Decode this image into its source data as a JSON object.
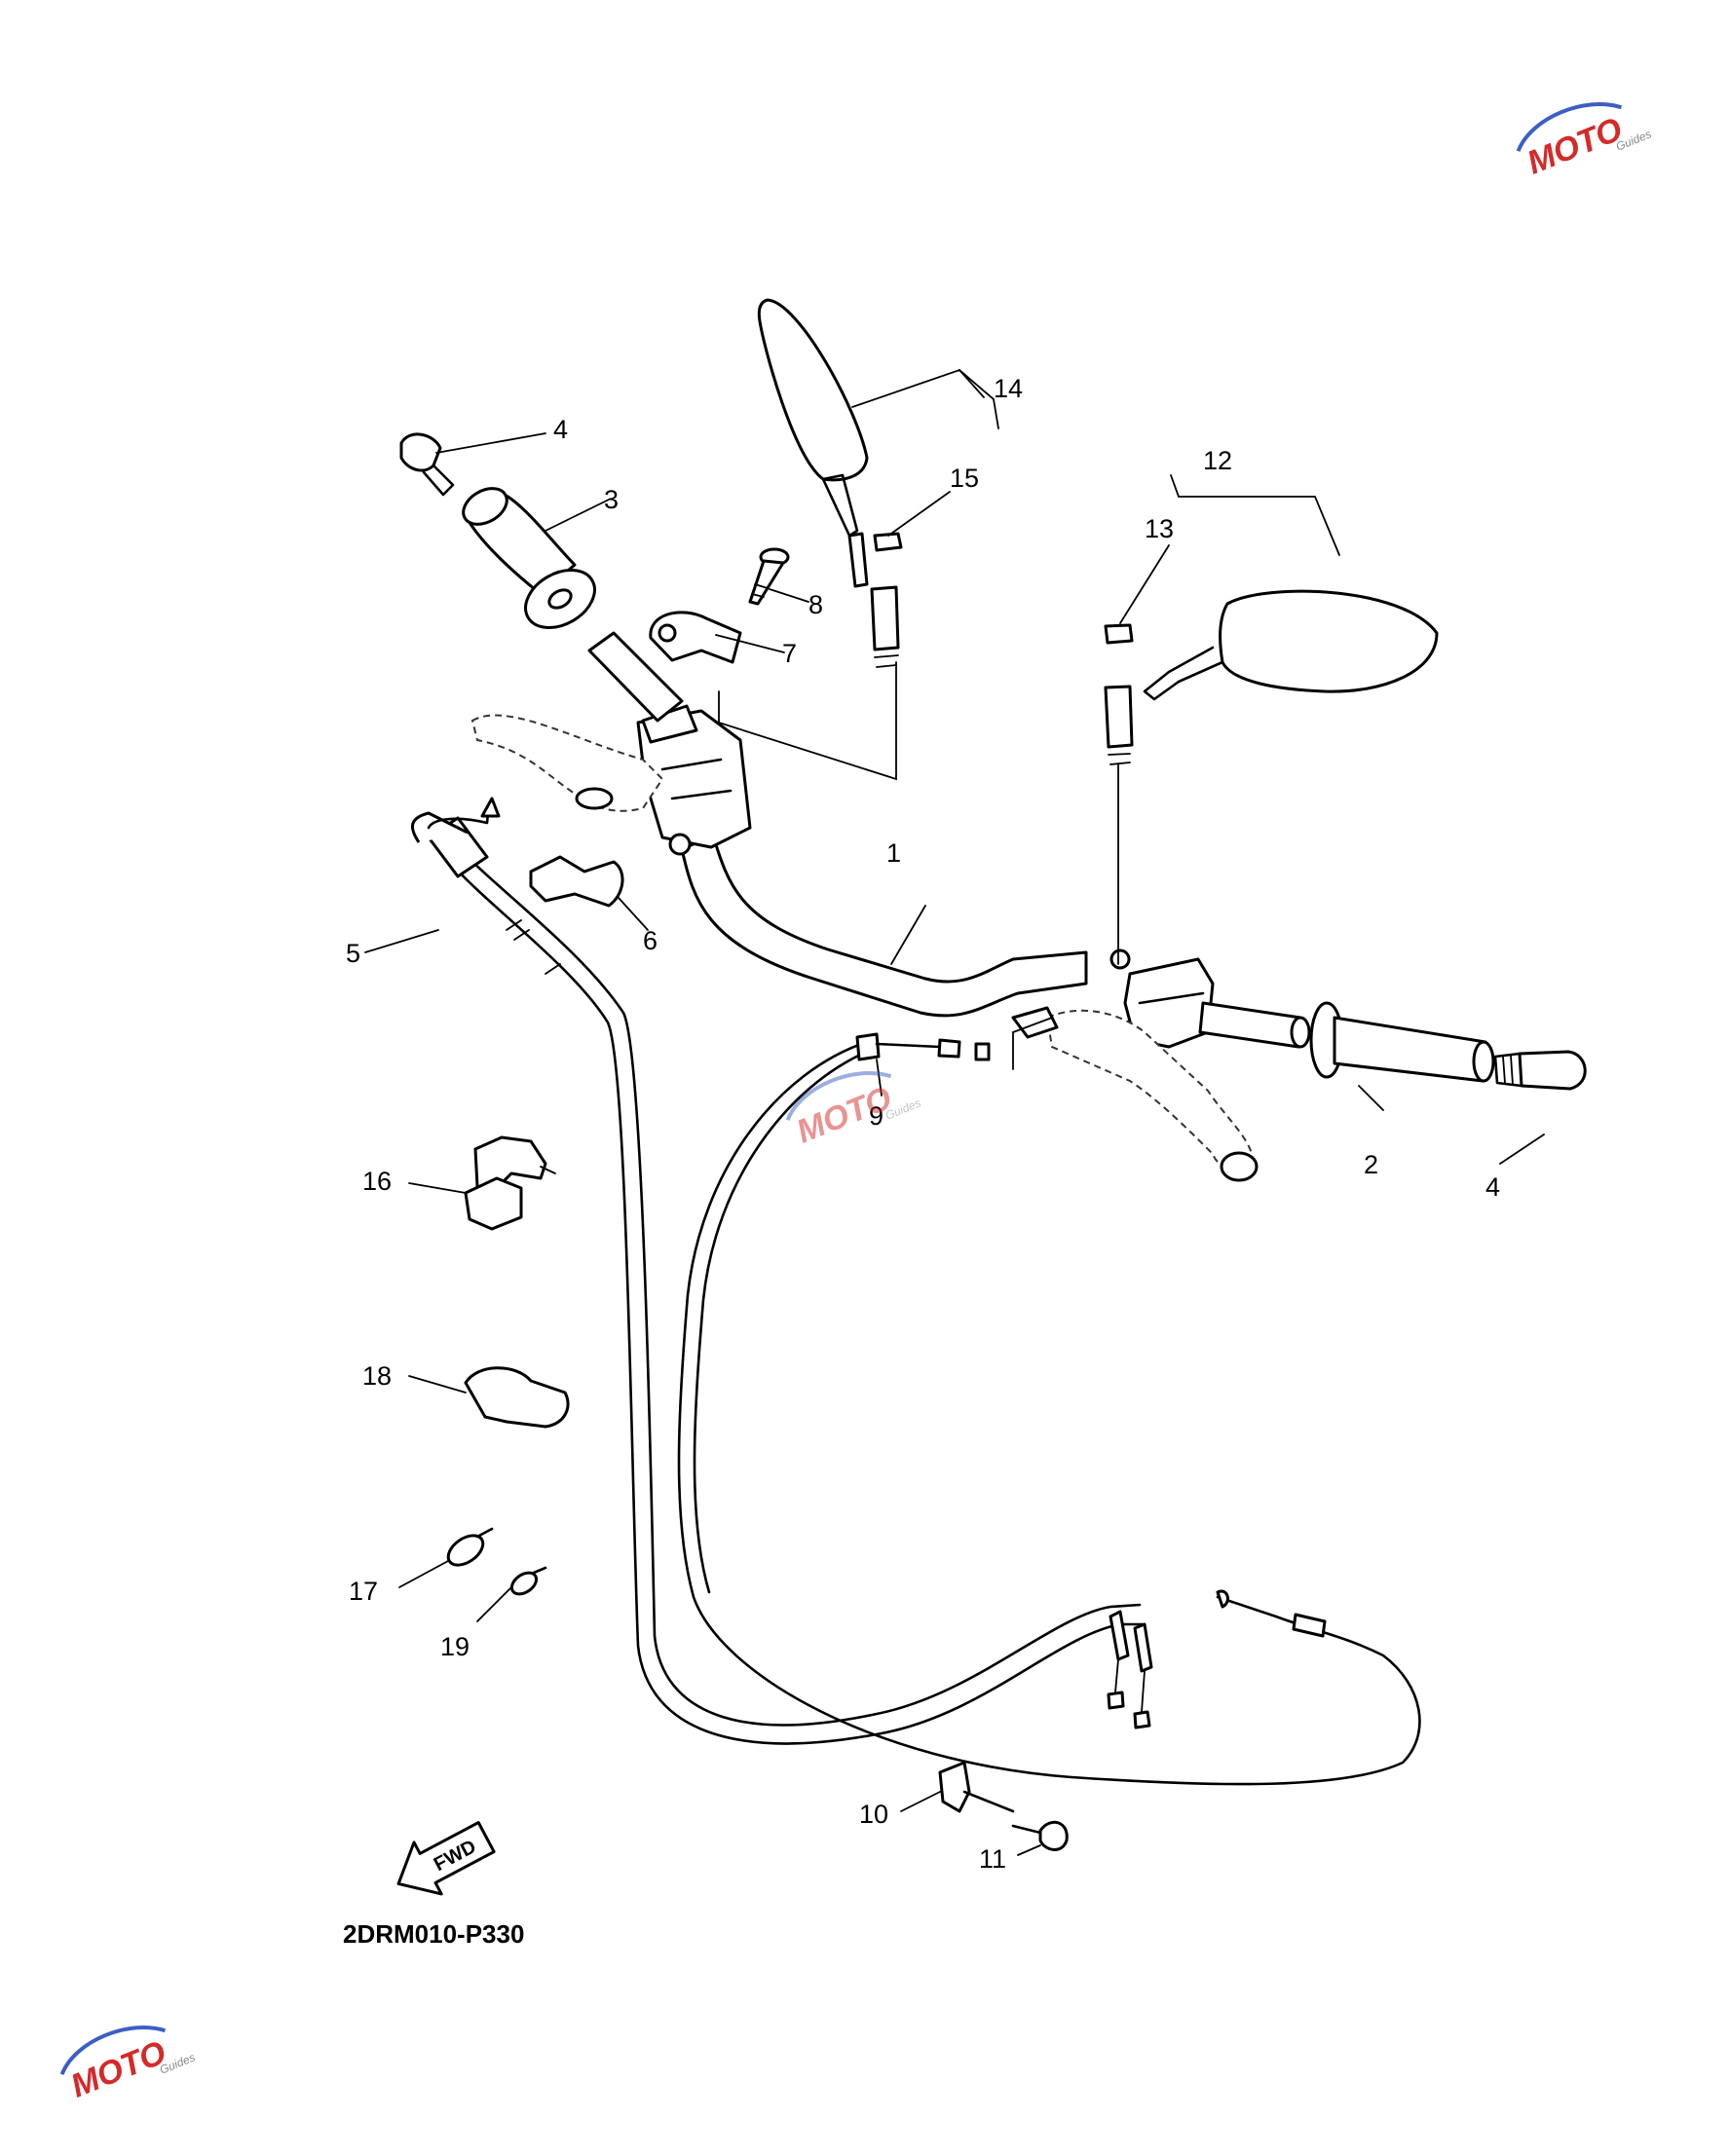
{
  "diagram": {
    "code": "2DRM010-P330",
    "arrow_label": "FWD",
    "callouts": [
      "1",
      "2",
      "3",
      "4",
      "4",
      "5",
      "6",
      "7",
      "8",
      "9",
      "10",
      "11",
      "12",
      "13",
      "14",
      "15",
      "16",
      "17",
      "18",
      "19"
    ]
  },
  "watermark": {
    "brand": "MOTO",
    "sub": "Guides",
    "colors": {
      "red": "#d42a2a",
      "blue": "#3b5fc4"
    }
  }
}
